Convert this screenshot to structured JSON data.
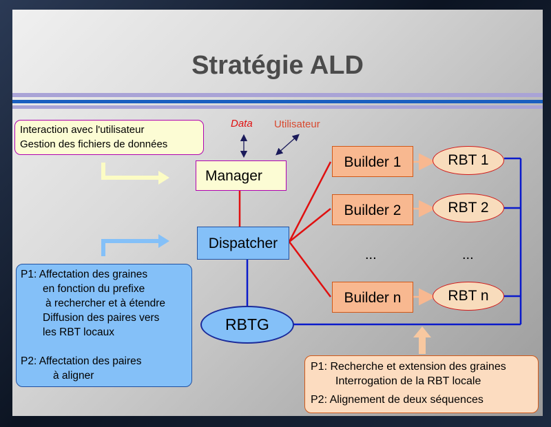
{
  "title": "Stratégie ALD",
  "labels": {
    "data": "Data",
    "utilisateur": "Utilisateur"
  },
  "nodes": {
    "manager": "Manager",
    "dispatcher": "Dispatcher",
    "rbtg": "RBTG",
    "builder_1": "Builder 1",
    "builder_2": "Builder 2",
    "builder_n": "Builder n",
    "rbt_1": "RBT 1",
    "rbt_2": "RBT 2",
    "rbt_n": "RBT n",
    "ellipsis_builders": "...",
    "ellipsis_rbts": "..."
  },
  "notes": {
    "manager_note": {
      "line1": "Interaction avec l'utilisateur",
      "line2": "Gestion des fichiers de données"
    },
    "dispatcher_note": {
      "p1_line1": "P1: Affectation des graines",
      "p1_line2": "en fonction du prefixe",
      "p1_line3": "à rechercher et à étendre",
      "p1_line4": "Diffusion des paires vers",
      "p1_line5": "les RBT locaux",
      "p2_line1": "P2: Affectation des paires",
      "p2_line2": "à aligner"
    },
    "builder_note": {
      "p1_line1": "P1: Recherche et extension des graines",
      "p1_line2": "Interrogation de la RBT locale",
      "p2_line1": "P2: Alignement de deux séquences"
    }
  },
  "colors": {
    "manager_note_fill": "#fcfcd4",
    "manager_note_border": "#b000b0",
    "dispatcher_note_fill": "#84c0f8",
    "builder_fill": "#f8b890",
    "rbt_fill": "#f8dcbc",
    "connector_red": "#e01010",
    "connector_blue": "#0a1acb",
    "band_lavender": "#a9a3d6",
    "band_blue": "#1a5fc0",
    "title_gray": "#4b4b4b"
  }
}
